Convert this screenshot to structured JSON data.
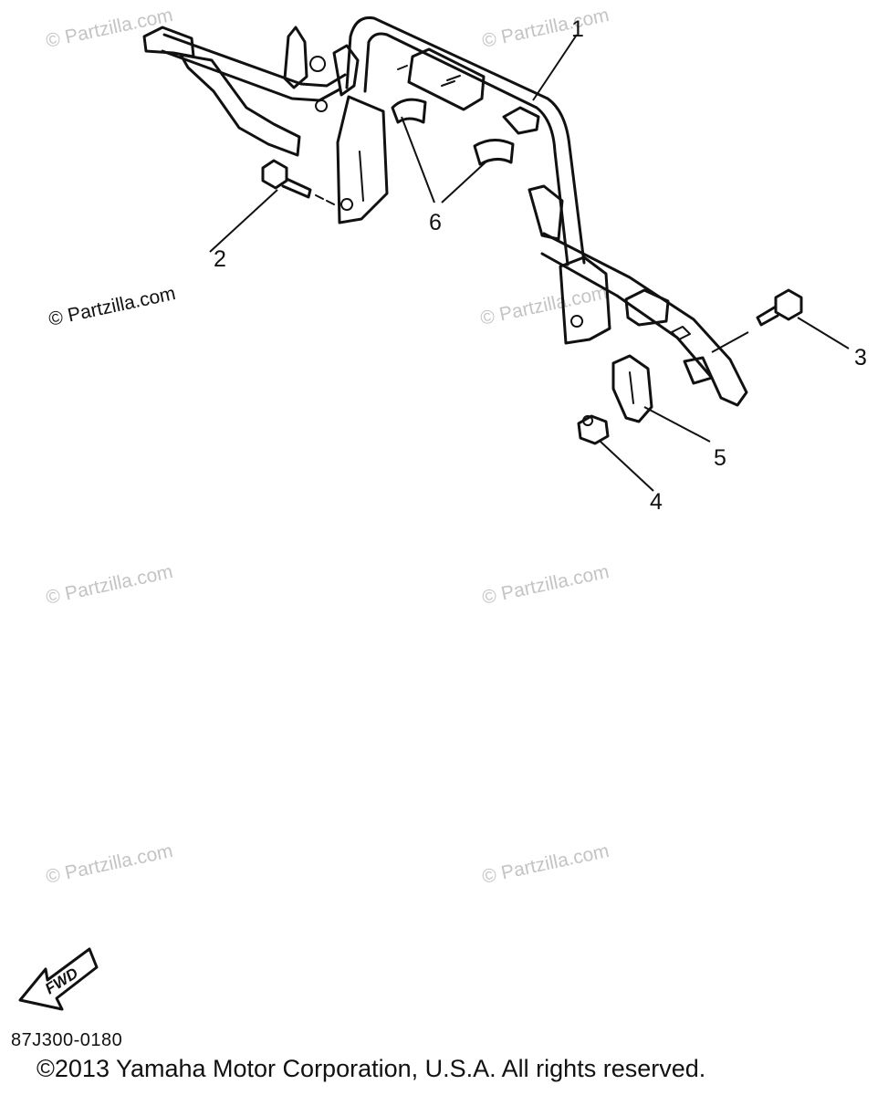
{
  "watermark": "© Partzilla.com",
  "callouts": {
    "c1": "1",
    "c2": "2",
    "c3": "3",
    "c4": "4",
    "c5": "5",
    "c6": "6"
  },
  "fwd_label": "FWD",
  "diagram_code": "87J300-0180",
  "copyright": "©2013 Yamaha Motor Corporation, U.S.A. All rights reserved.",
  "colors": {
    "line": "#111111",
    "watermark": "#c4c4c4",
    "background": "#ffffff"
  }
}
